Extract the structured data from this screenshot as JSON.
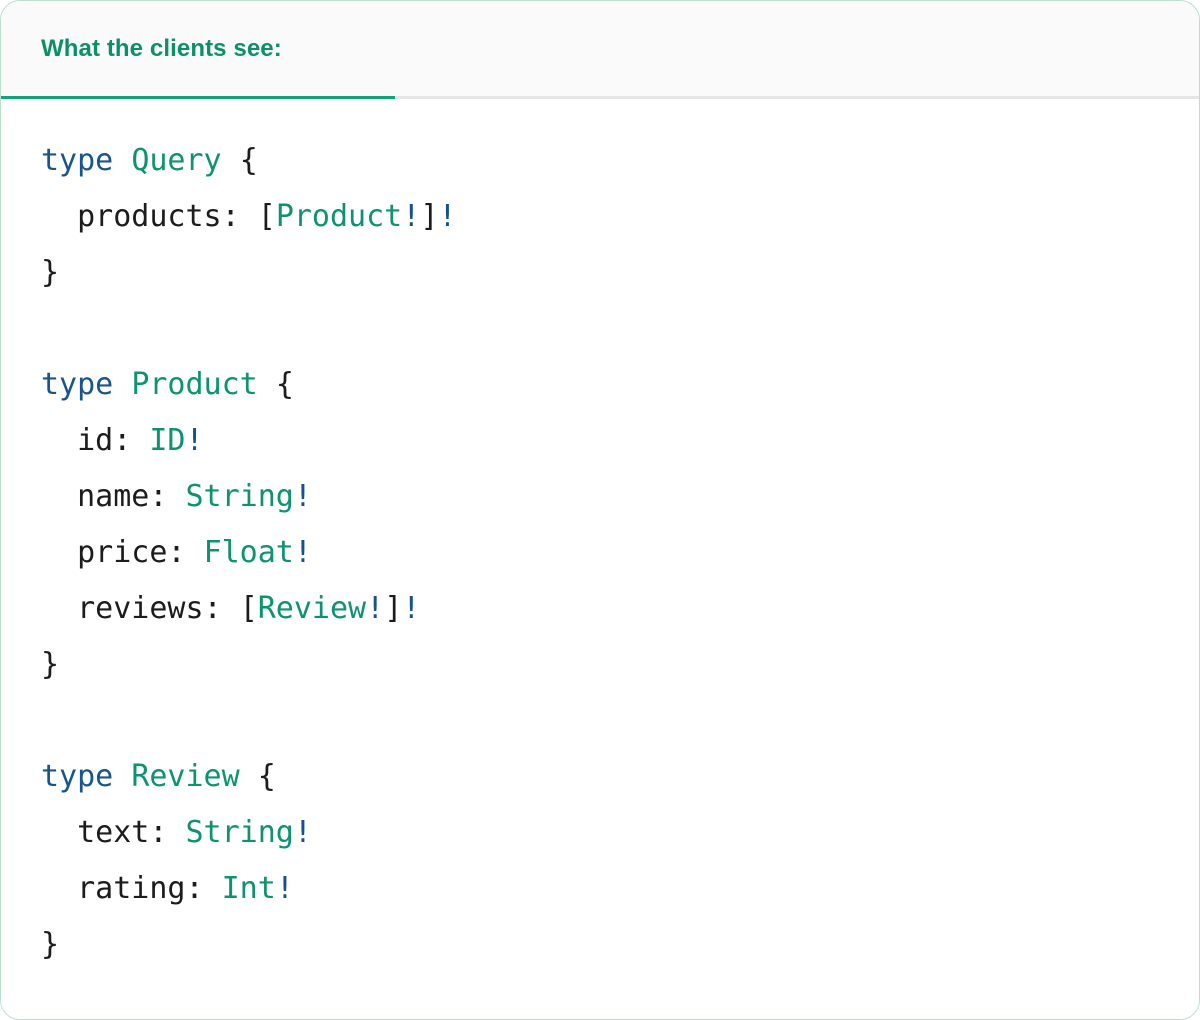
{
  "card": {
    "border_color": "#b9dfcd",
    "background": "#ffffff"
  },
  "tabbar": {
    "active_tab_label": "What the clients see:",
    "active_underline_color": "#12a37b",
    "background": "#fafafa",
    "divider_color": "#e6e6e6"
  },
  "theme": {
    "keyword_color": "#17558c",
    "type_color": "#0e9371",
    "punctuation_color": "#1c1c1c",
    "field_color": "#1c1c1c",
    "bang_color": "#16508f",
    "header_text_color": "#0d9068"
  },
  "code": {
    "language": "graphql",
    "tokens": {
      "kw_type": "type",
      "brace_open": "{",
      "brace_close": "}",
      "bracket_open": "[",
      "bracket_close": "]",
      "bang": "!",
      "colon": ":",
      "space": " ",
      "indent": "  "
    },
    "types": {
      "query": "Query",
      "product": "Product",
      "review": "Review",
      "id": "ID",
      "string": "String",
      "float": "Float",
      "int": "Int"
    },
    "fields": {
      "products": "products",
      "id": "id",
      "name": "name",
      "price": "price",
      "reviews": "reviews",
      "text": "text",
      "rating": "rating"
    },
    "plain_text": "type Query {\n  products: [Product!]!\n}\n\ntype Product {\n  id: ID!\n  name: String!\n  price: Float!\n  reviews: [Review!]!\n}\n\ntype Review {\n  text: String!\n  rating: Int!\n}"
  }
}
